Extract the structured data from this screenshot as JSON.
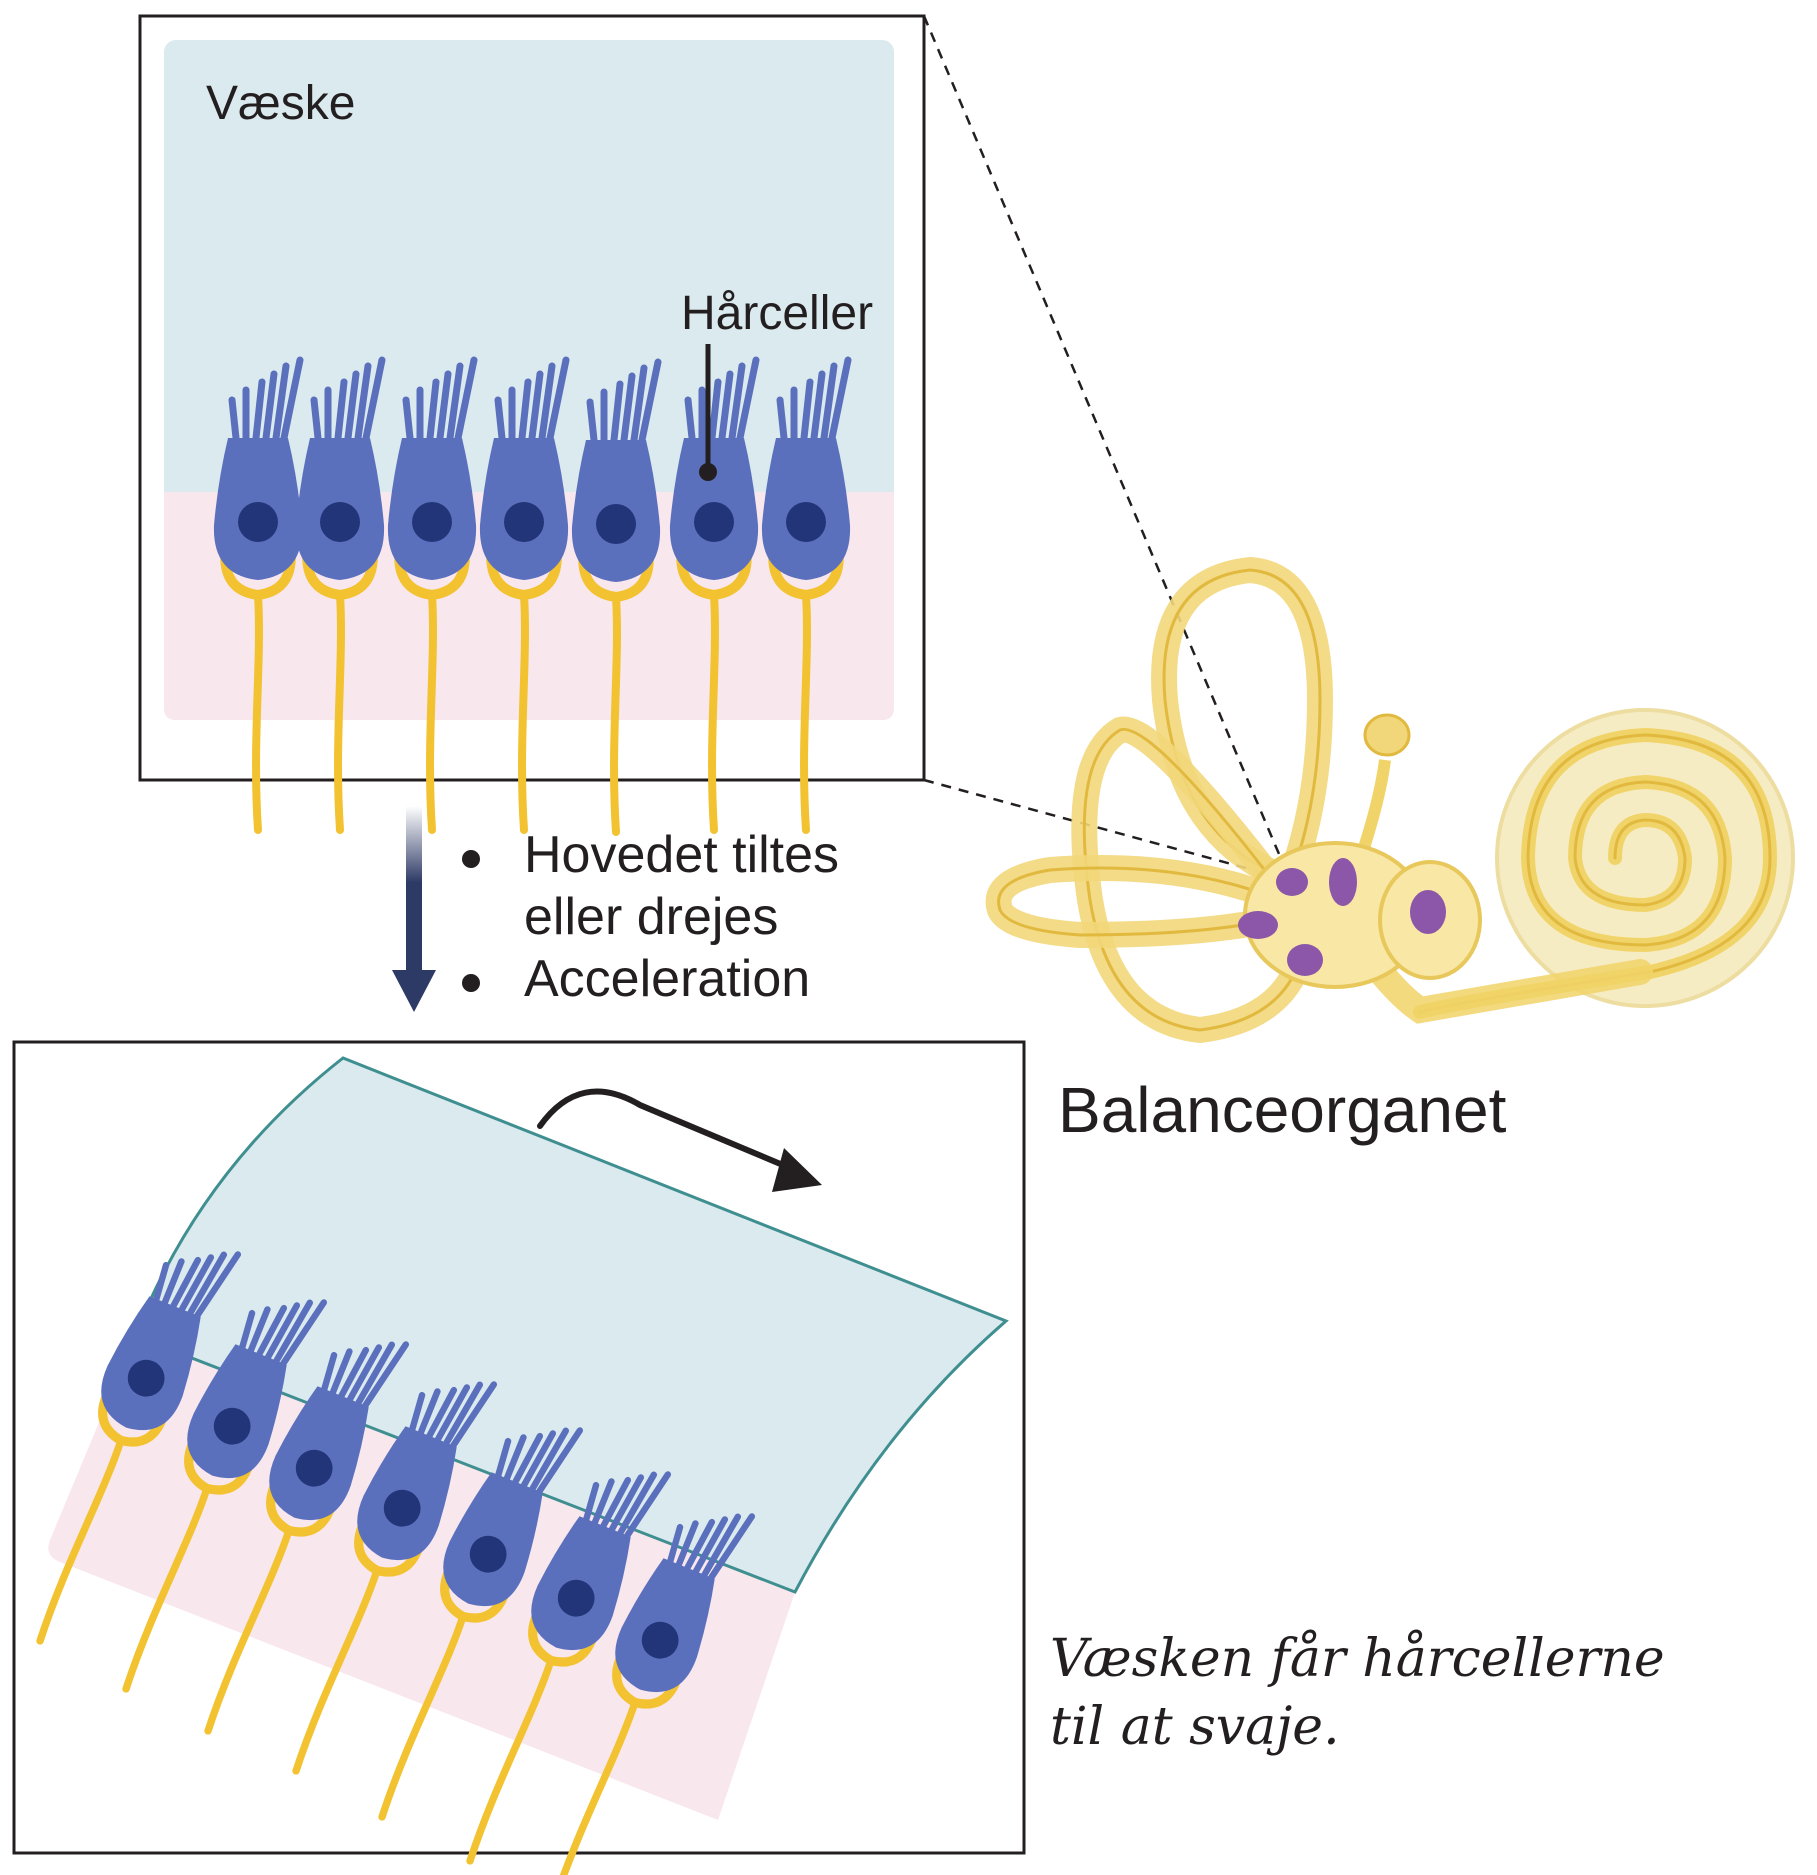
{
  "labels": {
    "fluid": "Væske",
    "hair_cells": "Hårceller",
    "organ": "Balanceorganet"
  },
  "stimuli": [
    "Hovedet tiltes",
    "eller drejes",
    "Acceleration"
  ],
  "caption": [
    "Væsken får hårcellerne",
    "til at svaje."
  ],
  "colors": {
    "fluid": "#dbeaee",
    "tissue": "#f9e7ee",
    "cell_body": "#5b70bd",
    "nucleus": "#233579",
    "nerve": "#f2c230",
    "organ_fill": "#f7e49b",
    "organ_stroke": "#e8c85b",
    "otolith": "#8c57a8",
    "arrow": "#2e3a66"
  },
  "icons": [
    "hair-cell-icon",
    "inner-ear-icon",
    "motion-arrow-icon",
    "down-arrow-icon"
  ]
}
